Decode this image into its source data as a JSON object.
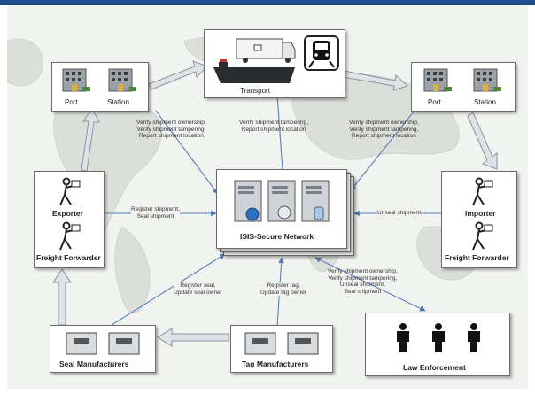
{
  "diagram": {
    "nodes": {
      "port_station_left": {
        "port": "Port",
        "station": "Station"
      },
      "transport": {
        "label": "Transport"
      },
      "port_station_right": {
        "port": "Port",
        "station": "Station"
      },
      "exporter": {
        "role1": "Exporter",
        "role2": "Freight Forwarder"
      },
      "network": {
        "label": "ISIS-Secure Network"
      },
      "importer": {
        "role1": "Importer",
        "role2": "Freight Forwarder"
      },
      "seal_manufacturers": {
        "label": "Seal Manufacturers"
      },
      "tag_manufacturers": {
        "label": "Tag Manufacturers"
      },
      "law_enforcement": {
        "label": "Law Enforcement"
      }
    },
    "edge_labels": {
      "left_port_to_network": [
        "Verify shipment ownership,",
        "Verify shipment tampering,",
        "Report shipment location"
      ],
      "transport_to_network": [
        "Verify shipment tampering,",
        "Report shipment location"
      ],
      "right_port_to_network": [
        "Verify shipment ownership,",
        "Verify shipment tampering,",
        "Report shipment location"
      ],
      "exporter_to_network": [
        "Register shipment,",
        "Seal shipment"
      ],
      "importer_to_network": [
        "Unseal shipment"
      ],
      "seal_to_network": [
        "Register seal,",
        "Update seal owner"
      ],
      "tag_to_network": [
        "Register tag,",
        "Update tag owner"
      ],
      "law_to_network": [
        "Verify shipment ownership,",
        "Verify shipment tampering,",
        "Unseal shipment,",
        "Seal shipment"
      ]
    },
    "colors": {
      "frame": "#1f4e8c",
      "arrow": "#5b7fb6",
      "flow_arrow": "#b8c0cc",
      "box_border": "#6b6b6b"
    }
  }
}
